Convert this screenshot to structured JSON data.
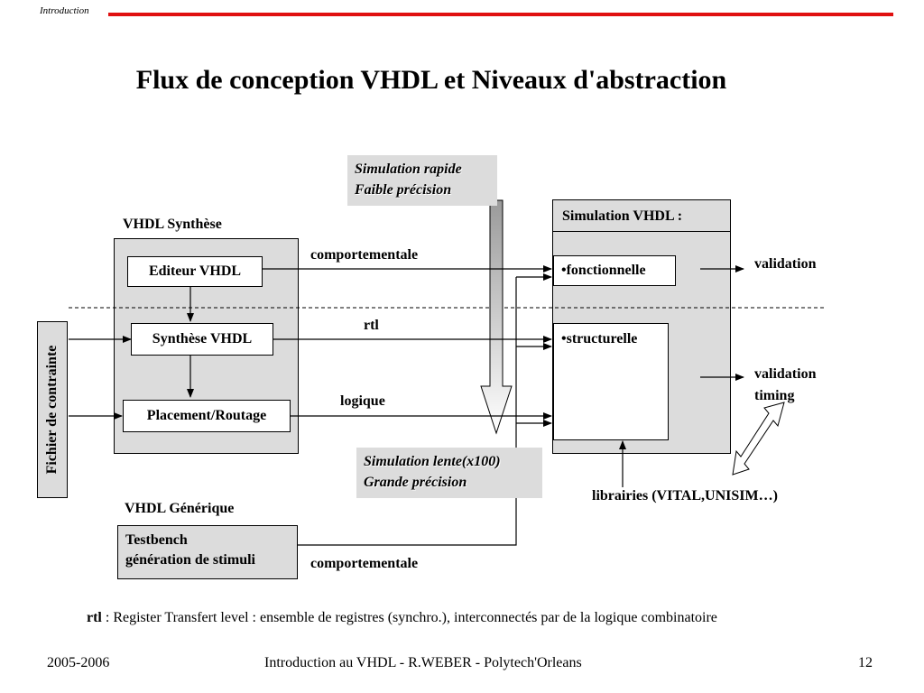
{
  "header": {
    "section": "Introduction",
    "accent_color": "#e01010"
  },
  "title": "Flux de conception VHDL et Niveaux d'abstraction",
  "diagram": {
    "synthese_group_label": "VHDL Synthèse",
    "editeur": "Editeur VHDL",
    "synthese": "Synthèse VHDL",
    "placement": "Placement/Routage",
    "contrainte": "Fichier de contrainte",
    "generique_label": "VHDL Générique",
    "testbench_line1": "Testbench",
    "testbench_line2": "génération de stimuli",
    "sim_rapide_line1": "Simulation rapide",
    "sim_rapide_line2": "Faible précision",
    "sim_lente_line1": "Simulation lente(x100)",
    "sim_lente_line2": "Grande précision",
    "sim_vhdl_label": "Simulation VHDL :",
    "fonctionnelle": "•fonctionnelle",
    "structurelle": "•structurelle",
    "validation": "validation",
    "validation_timing_line1": "validation",
    "validation_timing_line2": "timing",
    "librairies": "librairies (VITAL,UNISIM…)",
    "flow_comportementale": "comportementale",
    "flow_rtl": "rtl",
    "flow_logique": "logique",
    "flow_comportementale_tb": "comportementale"
  },
  "footnote": {
    "term": "rtl",
    "text": " : Register Transfert level : ensemble de registres (synchro.), interconnectés par de la logique combinatoire"
  },
  "footer": {
    "date": "2005-2006",
    "center": "Introduction au VHDL - R.WEBER - Polytech'Orleans",
    "page": "12"
  }
}
